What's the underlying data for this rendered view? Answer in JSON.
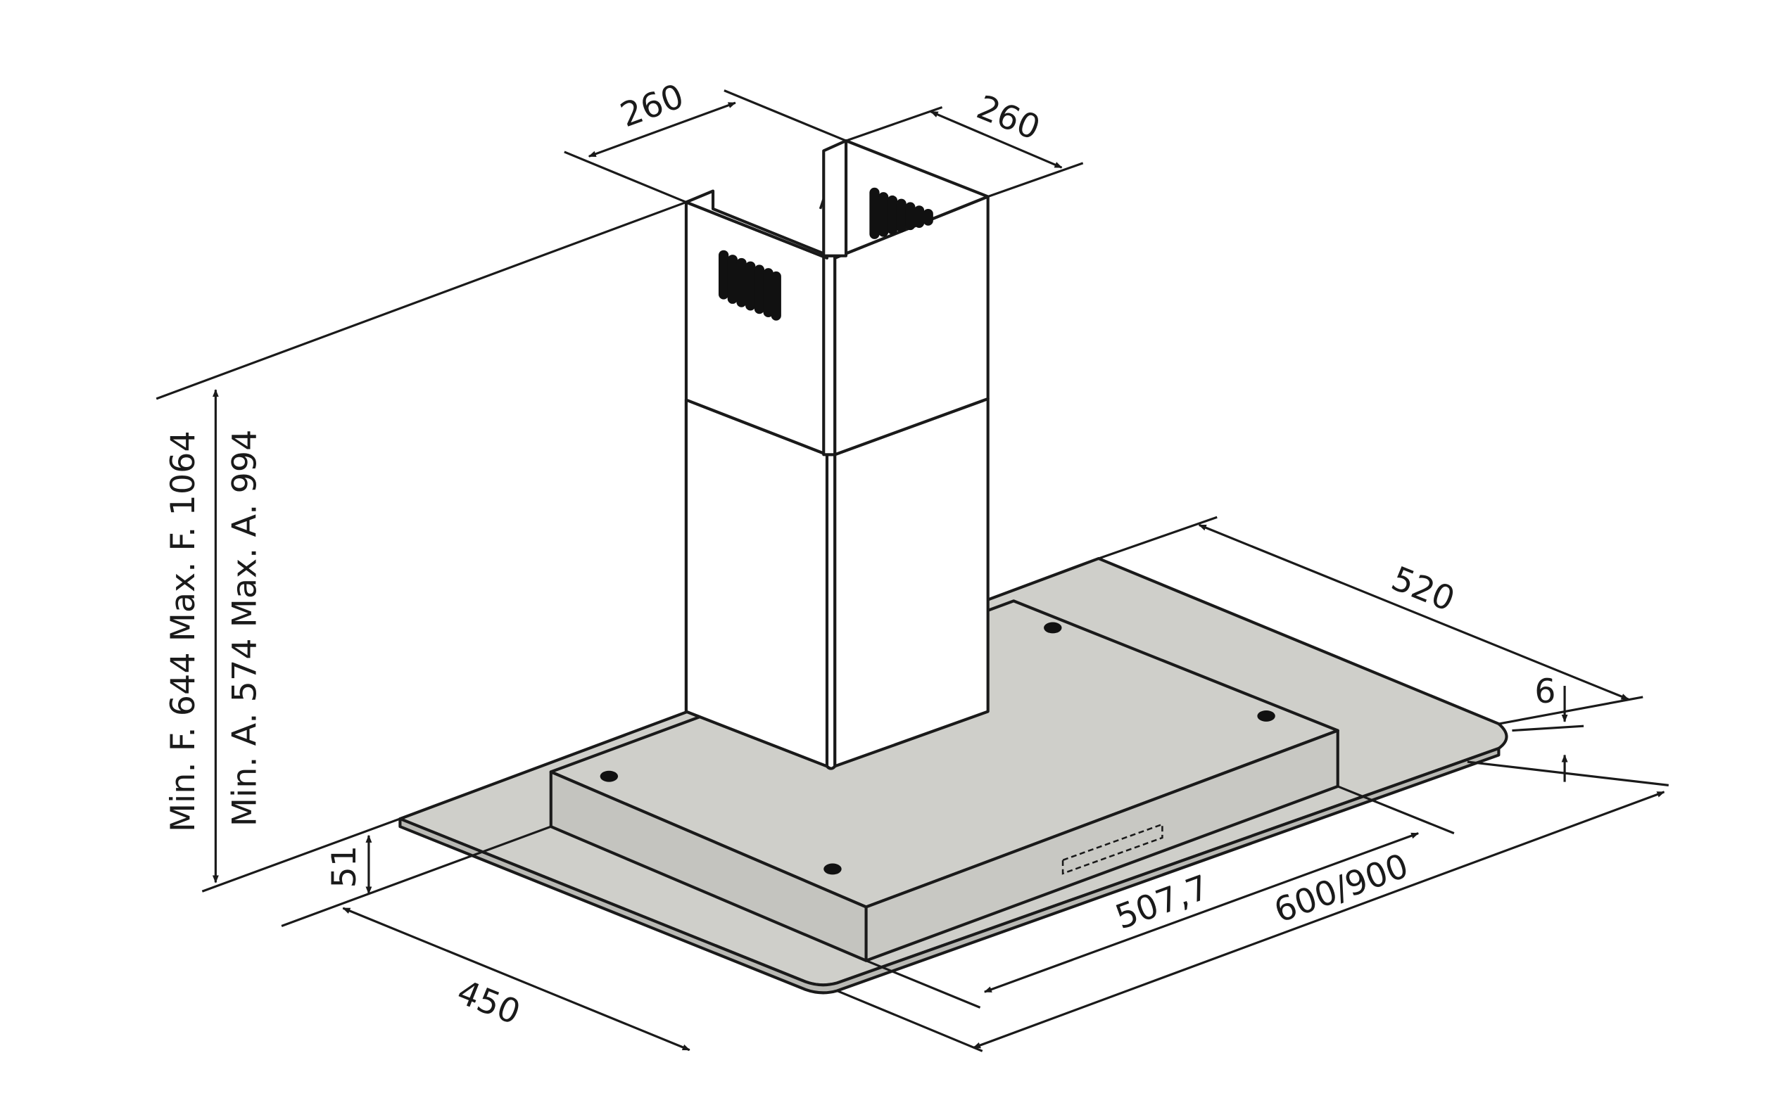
{
  "diagram": {
    "colors": {
      "line": "#1a1a1a",
      "panel": "#cfcfca",
      "panel_dark": "#bdbdb8",
      "chimney": "#ffffff",
      "vent_slot": "#111111"
    },
    "labels": {
      "duct_width_left": "260",
      "duct_width_right": "260",
      "hood_depth": "520",
      "glass_thickness": "6",
      "height_flue": "Min. F. 644 Max. F. 1064",
      "height_aspiration": "Min. A. 574 Max. A. 994",
      "body_height": "51",
      "front_depth": "450",
      "inner_width": "507,7",
      "total_width": "600/900"
    }
  }
}
